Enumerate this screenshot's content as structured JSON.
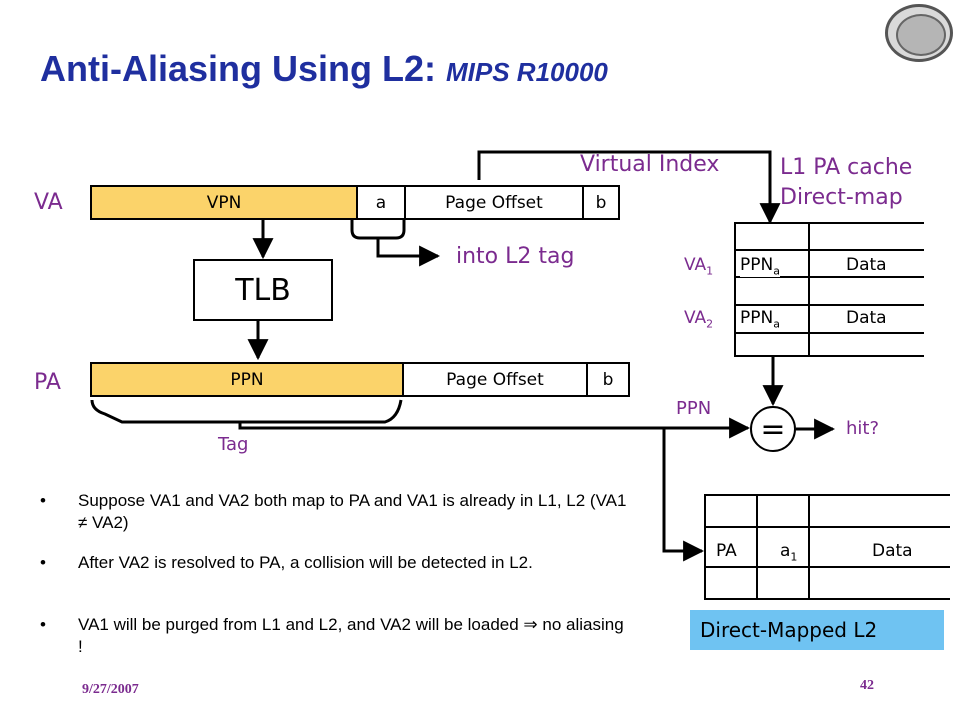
{
  "title": "Anti-Aliasing Using L2:",
  "subtitle": "MIPS R10000",
  "va_register": {
    "label": "VA",
    "vpn": "VPN",
    "a": "a",
    "offset": "Page Offset",
    "b": "b"
  },
  "pa_register": {
    "label": "PA",
    "ppn": "PPN",
    "offset": "Page Offset",
    "b": "b"
  },
  "tlb": "TLB",
  "virtual_index": "Virtual Index",
  "into_l2_tag": "into L2 tag",
  "tag": "Tag",
  "l1_cache": {
    "title_line1": "L1 PA cache",
    "title_line2": "Direct-map",
    "rows": [
      {
        "va": "VA",
        "va_sub": "1",
        "ppn": "PPN",
        "ppn_sub": "a",
        "data": "Data"
      },
      {
        "va": "VA",
        "va_sub": "2",
        "ppn": "PPN",
        "ppn_sub": "a",
        "data": "Data"
      }
    ]
  },
  "ppn_label": "PPN",
  "equals": "=",
  "hit": "hit?",
  "l2_cache": {
    "pa": "PA",
    "a": "a",
    "a_sub": "1",
    "data": "Data",
    "label": "Direct-Mapped L2"
  },
  "bullets": [
    {
      "text": "Suppose VA1 and VA2 both map to PA and VA1 is already in L1, L2 (VA1 ≠ VA2)"
    },
    {
      "text": "After VA2 is resolved to PA, a collision will be detected in L2."
    },
    {
      "text": "VA1 will be purged from L1 and L2, and VA2 will be loaded  ⇒ no aliasing !"
    }
  ],
  "bullet_symbol": "•",
  "footer": {
    "date": "9/27/2007",
    "page": "42"
  },
  "colors": {
    "title": "#1f2f9f",
    "register_fill": "#fbd36a",
    "label": "#7b2b8f",
    "l2_badge": "#6fc3f2"
  }
}
